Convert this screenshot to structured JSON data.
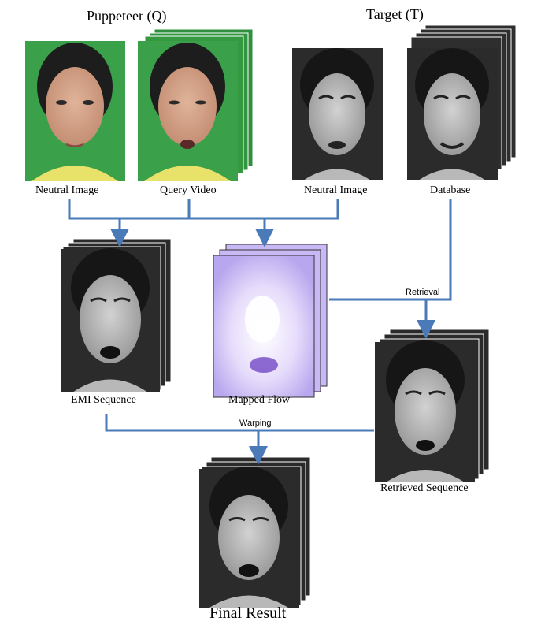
{
  "headers": {
    "puppeteer": "Puppeteer (Q)",
    "target": "Target (T)"
  },
  "labels": {
    "q_neutral": "Neutral Image",
    "q_video": "Query Video",
    "t_neutral": "Neutral Image",
    "t_database": "Database",
    "emi": "EMI Sequence",
    "mapped_flow": "Mapped Flow",
    "retrieved": "Retrieved Sequence",
    "final": "Final Result"
  },
  "edges": {
    "retrieval": "Retrieval",
    "warping": "Warping"
  },
  "colors": {
    "arrow": "#4a7ab8",
    "green_bg": "#3aa04a",
    "flow": "#b6a2f0"
  }
}
